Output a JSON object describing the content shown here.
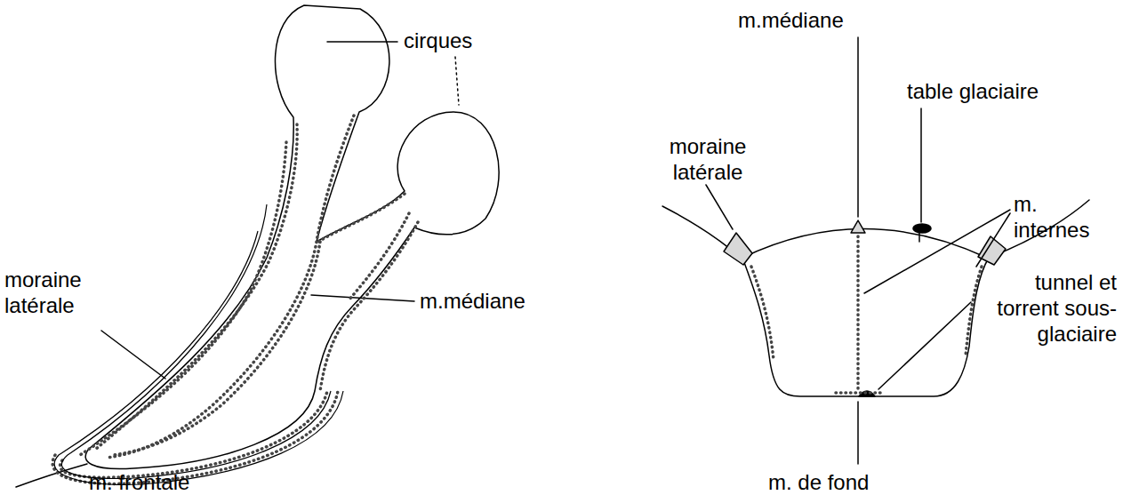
{
  "diagram": {
    "labels": [
      "cirques",
      "moraine latérale",
      "m.médiane",
      "m. frontale",
      "m.médiane",
      "moraine latérale",
      "table glaciaire",
      "m. internes",
      "tunnel et torrent sous-glaciaire",
      "m. de fond"
    ]
  }
}
